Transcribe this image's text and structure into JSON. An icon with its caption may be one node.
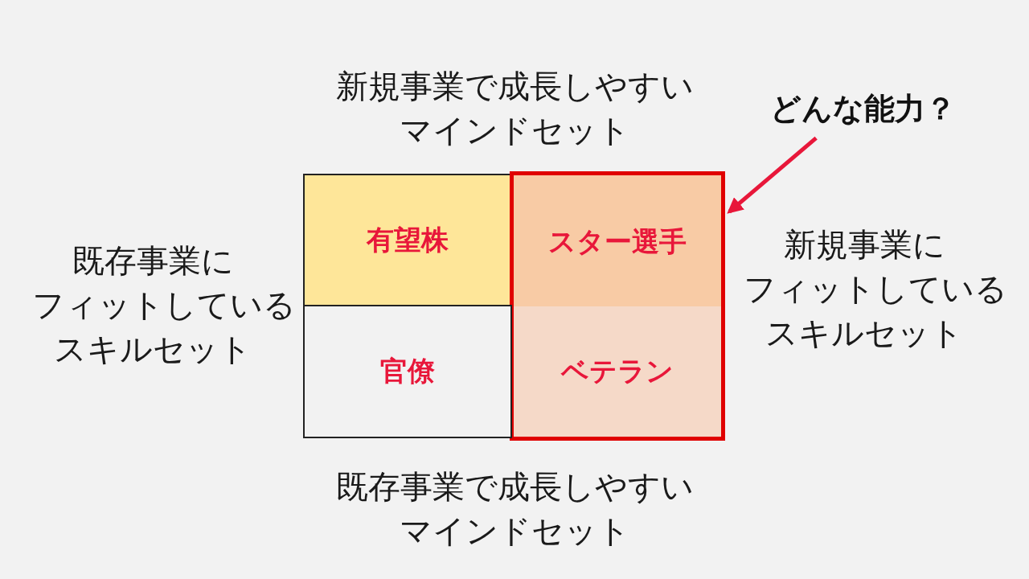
{
  "diagram": {
    "nodes": [
      {
        "text": [
          "有望株"
        ]
      },
      {
        "text": [],
        "shape": "box"
      },
      {
        "text": [
          "スター選手"
        ],
        "in": 1
      },
      {
        "text": [
          "官僚"
        ]
      },
      {
        "text": [
          "ベテラン"
        ],
        "in": 1
      },
      {
        "text": [
          "どんな能力？"
        ]
      }
    ],
    "edges": [
      {
        "from": 5,
        "to": 1,
        "arrow": "to",
        "color": "#e8173a"
      }
    ],
    "labels": [
      "新規事業で成長しやすいマインドセット",
      "既存事業にフィットしているスキルセット",
      "新規事業にフィットしているスキルセット",
      "既存事業で成長しやすいマインドセット"
    ]
  }
}
